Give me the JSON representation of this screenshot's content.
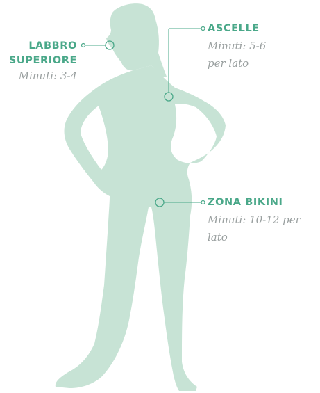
{
  "colors": {
    "silhouette": "#c7e3d5",
    "accent": "#4aa889",
    "subtext": "#9aa0a0"
  },
  "areas": [
    {
      "label": "LABBRO",
      "label2": "SUPERIORE",
      "time": "Minuti: 3-4"
    },
    {
      "label": "ASCELLE",
      "time1": "Minuti: 5-6",
      "time2": "per lato"
    },
    {
      "label": "ZONA BIKINI",
      "time1": "Minuti: 10-12 per",
      "time2": "lato"
    }
  ]
}
